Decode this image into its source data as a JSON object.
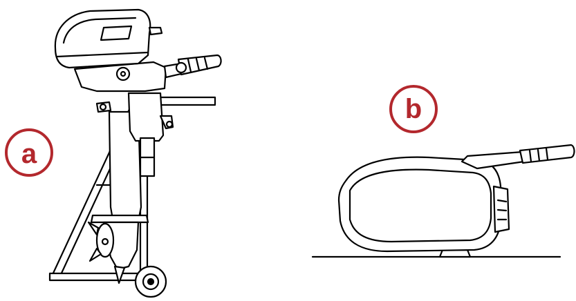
{
  "callouts": {
    "a": "a",
    "b": "b"
  },
  "colors": {
    "callout": "#b3282d",
    "line": "#000000",
    "fill": "#ffffff",
    "shade": "#d9d9d9"
  },
  "figures": {
    "a": "outboard-motor-upright-on-stand-illustration",
    "b": "outboard-motor-lying-on-side-illustration"
  }
}
